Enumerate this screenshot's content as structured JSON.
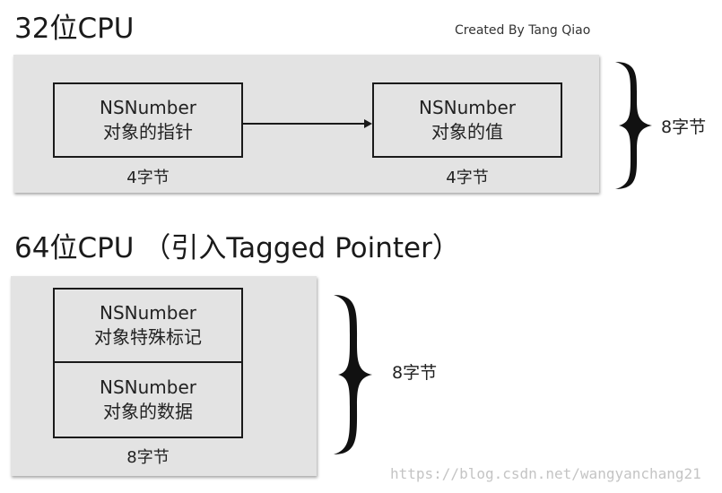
{
  "section1": {
    "title": "32位CPU",
    "credit": "Created By Tang Qiao",
    "box_left": {
      "line1": "NSNumber",
      "line2": "对象的指针",
      "size": "4字节"
    },
    "box_right": {
      "line1": "NSNumber",
      "line2": "对象的值",
      "size": "4字节"
    },
    "brace_label": "8字节"
  },
  "section2": {
    "title": "64位CPU （引入Tagged Pointer）",
    "cell_top": {
      "line1": "NSNumber",
      "line2": "对象特殊标记"
    },
    "cell_bottom": {
      "line1": "NSNumber",
      "line2": "对象的数据"
    },
    "size": "8字节",
    "brace_label": "8字节"
  },
  "watermark": "https://blog.csdn.net/wangyanchang21"
}
